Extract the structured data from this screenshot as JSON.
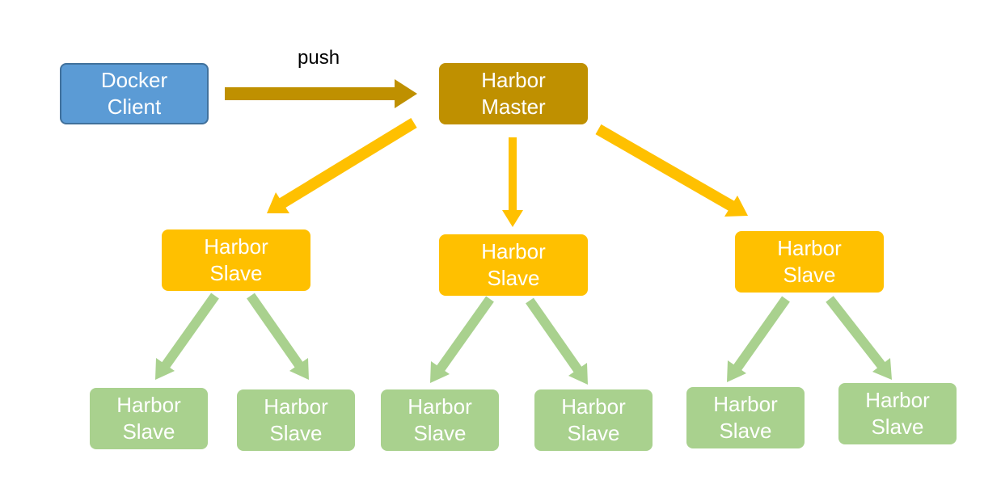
{
  "edge_label": "push",
  "colors": {
    "client_fill": "#5b9bd5",
    "client_border": "#41719c",
    "master_fill": "#bf9000",
    "slave_level1_fill": "#ffc000",
    "slave_level2_fill": "#a9d18e"
  },
  "nodes": {
    "client": {
      "line1": "Docker",
      "line2": "Client"
    },
    "master": {
      "line1": "Harbor",
      "line2": "Master"
    },
    "slave_a": {
      "line1": "Harbor",
      "line2": "Slave"
    },
    "slave_b": {
      "line1": "Harbor",
      "line2": "Slave"
    },
    "slave_c": {
      "line1": "Harbor",
      "line2": "Slave"
    },
    "slave_a1": {
      "line1": "Harbor",
      "line2": "Slave"
    },
    "slave_a2": {
      "line1": "Harbor",
      "line2": "Slave"
    },
    "slave_b1": {
      "line1": "Harbor",
      "line2": "Slave"
    },
    "slave_b2": {
      "line1": "Harbor",
      "line2": "Slave"
    },
    "slave_c1": {
      "line1": "Harbor",
      "line2": "Slave"
    },
    "slave_c2": {
      "line1": "Harbor",
      "line2": "Slave"
    }
  }
}
